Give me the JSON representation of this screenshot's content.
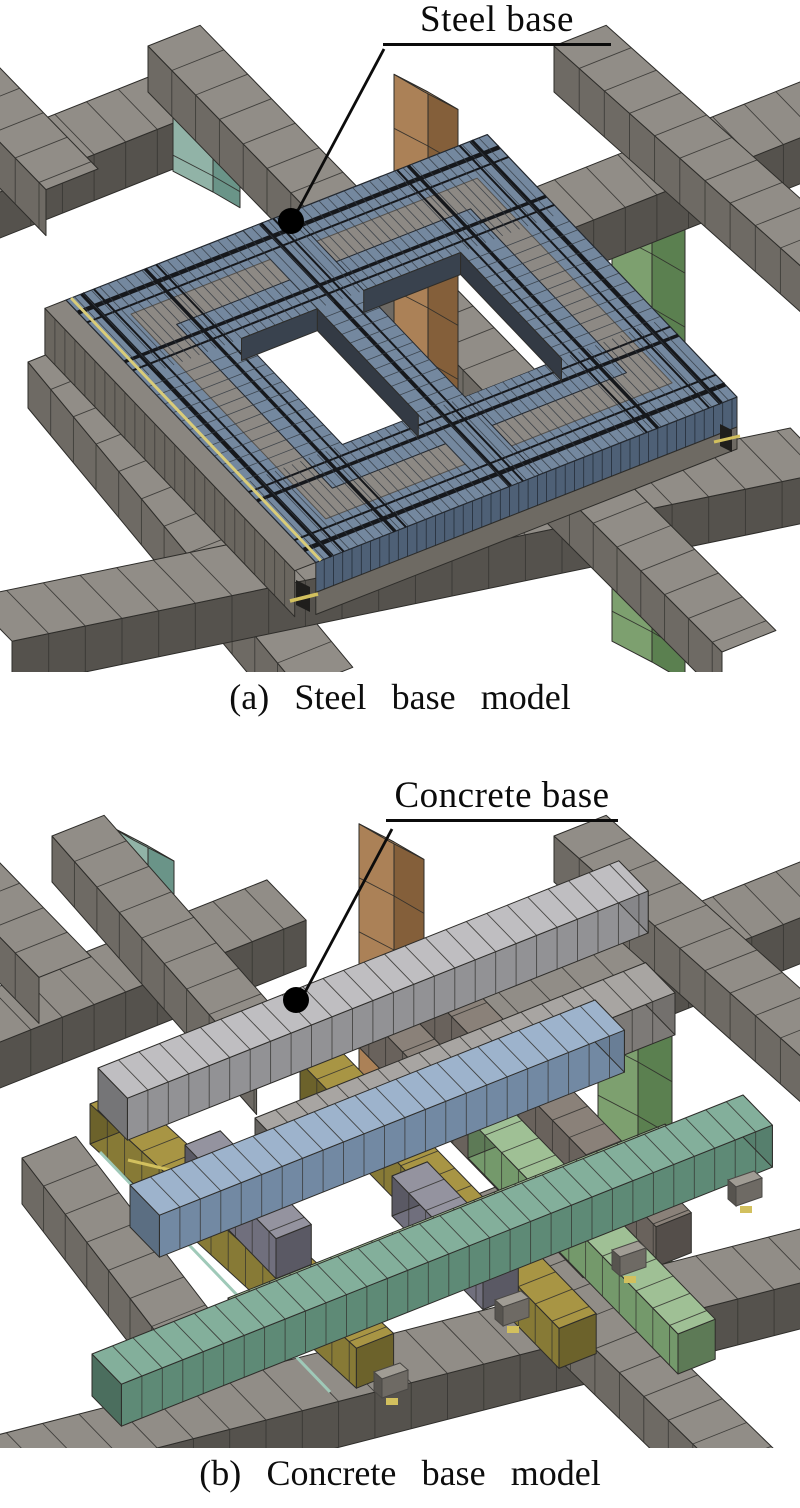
{
  "figure": {
    "panels": [
      {
        "id": "a",
        "callout_label": "Steel base",
        "caption": "(a) Steel base model"
      },
      {
        "id": "b",
        "callout_label": "Concrete base",
        "caption": "(b) Concrete base model"
      }
    ],
    "palette": {
      "background": "#ffffff",
      "ink": "#0d0d0d",
      "floor_beam_top": "#918d87",
      "floor_beam_front": "#6e6a64",
      "floor_beam_dark": "#55524d",
      "column_teal_light": "#91b3a7",
      "column_teal_dark": "#6a9488",
      "column_brown_light": "#ab8157",
      "column_brown_dark": "#845f3a",
      "column_green_light": "#7da06f",
      "column_green_dark": "#5b8050",
      "steel_blue_top": "#74889f",
      "steel_blue_front": "#4e6076",
      "steel_groove": "#16181c",
      "steel_joist_gray": "#8d8984",
      "concrete_gray_top": "#bfbec1",
      "concrete_gray_front": "#929295",
      "concrete_taupe_top": "#8a8179",
      "concrete_taupe_front": "#69625c",
      "concrete_blue_top": "#9db3cc",
      "concrete_blue_front": "#7289a3",
      "concrete_olive_top": "#a89544",
      "concrete_olive_front": "#877a36",
      "concrete_sage_top": "#9fc095",
      "concrete_sage_front": "#74996b",
      "concrete_teal_top": "#83af9b",
      "concrete_teal_front": "#5e8a76",
      "concrete_purple_top": "#94939f",
      "concrete_purple_front": "#706f7d",
      "pad_yellow": "#d2c05e",
      "edge_teal": "#9fc9b8",
      "edge_yellow": "#d9cc79",
      "marker_black": "#000000"
    }
  }
}
